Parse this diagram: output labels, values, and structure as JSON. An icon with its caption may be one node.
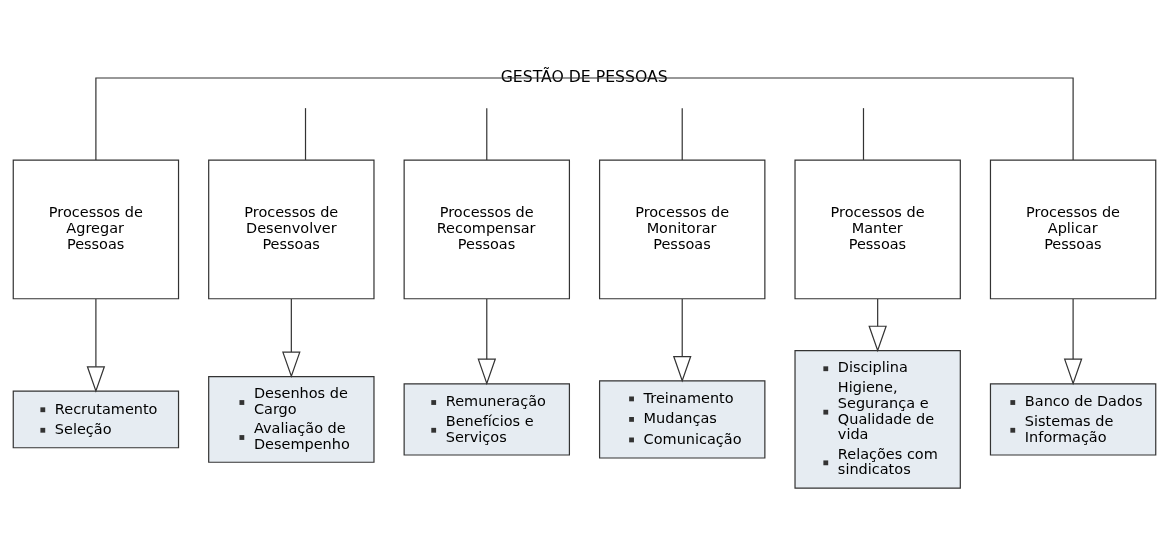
{
  "diagram": {
    "nodes": [
      {
        "text": [
          "GESTÃO DE PESSOAS"
        ]
      },
      {
        "text": [
          "Processos de Agregar Pessoas"
        ]
      },
      {
        "text": [
          "Processos de Desenvolver Pessoas"
        ]
      },
      {
        "text": [
          "Processos de Recompensar Pessoas"
        ]
      },
      {
        "text": [
          "Processos de Monitorar Pessoas"
        ]
      },
      {
        "text": [
          "Processos de Manter Pessoas"
        ]
      },
      {
        "text": [
          "Processos de Aplicar Pessoas"
        ]
      },
      {
        "text": [
          "Recrutamento",
          "Seleção"
        ]
      },
      {
        "text": [
          "Desenhos de Cargo",
          "Avaliação de Desempenho"
        ]
      },
      {
        "text": [
          "Remuneração",
          "Benefícios e Serviços"
        ]
      },
      {
        "text": [
          "Treinamento",
          "Mudanças",
          "Comunicação"
        ]
      },
      {
        "text": [
          "Disciplina",
          "Higiene, Segurança e Qualidade de vida",
          "Relações com sindicatos"
        ]
      },
      {
        "text": [
          "Banco de Dados",
          "Sistemas de Informação"
        ]
      }
    ],
    "edges": [
      {
        "from": 0,
        "to": 1,
        "arrow": "none"
      },
      {
        "from": 0,
        "to": 2,
        "arrow": "none"
      },
      {
        "from": 0,
        "to": 3,
        "arrow": "none"
      },
      {
        "from": 0,
        "to": 4,
        "arrow": "none"
      },
      {
        "from": 0,
        "to": 5,
        "arrow": "none"
      },
      {
        "from": 0,
        "to": 6,
        "arrow": "none"
      },
      {
        "from": 1,
        "to": 7,
        "arrow": "to"
      },
      {
        "from": 2,
        "to": 8,
        "arrow": "to"
      },
      {
        "from": 3,
        "to": 9,
        "arrow": "to"
      },
      {
        "from": 4,
        "to": 10,
        "arrow": "to"
      },
      {
        "from": 5,
        "to": 11,
        "arrow": "to"
      },
      {
        "from": 6,
        "to": 12,
        "arrow": "to"
      }
    ]
  }
}
